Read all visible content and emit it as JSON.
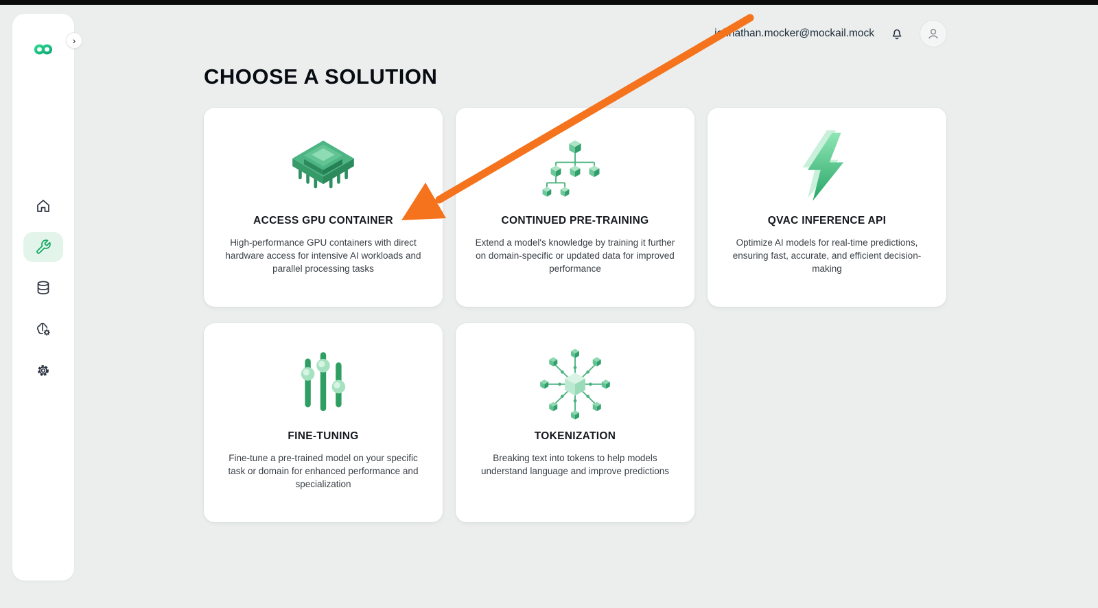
{
  "topbar": {
    "email": "johnathan.mocker@mockail.mock",
    "icons": {
      "bell": "bell-icon",
      "avatar": "user-avatar-icon"
    }
  },
  "sidebar": {
    "logo_icon": "brand-infinity-logo",
    "collapse": "›",
    "items": [
      {
        "id": "home",
        "icon": "home-icon",
        "active": false
      },
      {
        "id": "solutions",
        "icon": "wrench-icon",
        "active": true
      },
      {
        "id": "data",
        "icon": "database-icon",
        "active": false
      },
      {
        "id": "ai-models",
        "icon": "brain-gear-icon",
        "active": false
      },
      {
        "id": "settings",
        "icon": "gear-icon",
        "active": false
      }
    ]
  },
  "page": {
    "title": "CHOOSE A SOLUTION"
  },
  "cards": [
    {
      "title": "ACCESS GPU CONTAINER",
      "description": "High-performance GPU containers with direct hardware access for intensive AI workloads and parallel processing tasks",
      "icon": "gpu-chip-icon"
    },
    {
      "title": "CONTINUED PRE-TRAINING",
      "description": "Extend a model's knowledge by training it further on domain-specific or updated data for improved performance",
      "icon": "cube-tree-icon"
    },
    {
      "title": "QVAC INFERENCE API",
      "description": "Optimize AI models for real-time predictions, ensuring fast, accurate, and efficient decision-making",
      "icon": "lightning-bolt-icon"
    },
    {
      "title": "FINE-TUNING",
      "description": "Fine-tune a pre-trained model on your specific task or domain for enhanced performance and specialization",
      "icon": "sliders-icon"
    },
    {
      "title": "TOKENIZATION",
      "description": "Breaking text into tokens to help models understand language and improve predictions",
      "icon": "token-cube-network-icon"
    }
  ],
  "annotation": {
    "type": "arrow",
    "color": "#F4731C",
    "points_to": "ACCESS GPU CONTAINER"
  },
  "colors": {
    "background": "#EBEEEC",
    "card_bg": "#FFFFFF",
    "accent_green": "#12B877",
    "active_item_bg": "#E3F5EB",
    "text_dark": "#15181D",
    "arrow_orange": "#F4731C"
  }
}
